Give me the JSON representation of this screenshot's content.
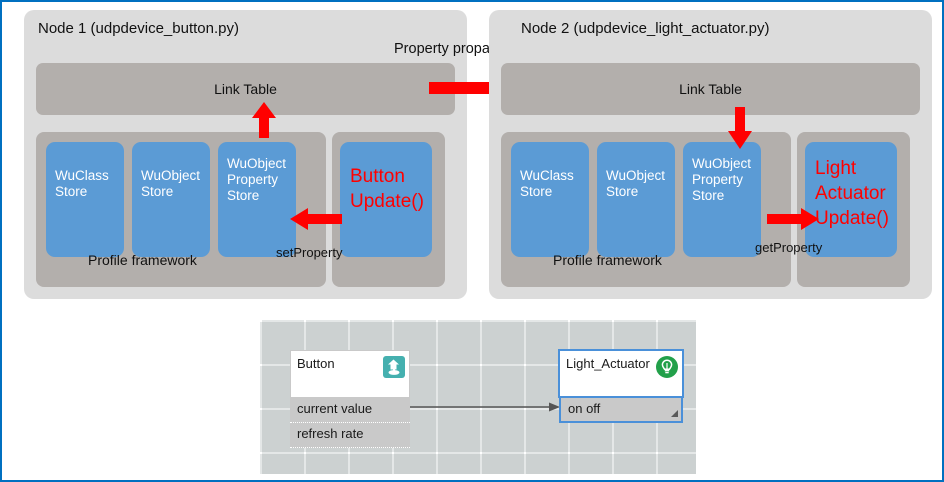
{
  "diagram": {
    "background_color": "#FFFFFF",
    "border_color": "#0070C0",
    "panel_color": "#DCDCDC",
    "inner_box_color": "#B3AFAC",
    "store_color": "#5B9BD5",
    "accent_red": "#FF0000",
    "propagation_label": "Property propagation"
  },
  "nodes": [
    {
      "title": "Node 1 (udpdevice_button.py)",
      "link_table_label": "Link Table",
      "framework_label": "Profile framework",
      "stores": [
        {
          "label": "WuClass\nStore"
        },
        {
          "label": "WuObject\nStore"
        },
        {
          "label": "WuObject\nProperty\nStore"
        }
      ],
      "store_lines": [
        [
          "WuClass",
          "Store"
        ],
        [
          "WuObject",
          "Store"
        ],
        [
          "WuObject",
          "Property",
          "Store"
        ]
      ],
      "update_lines": [
        "Button",
        "Update()"
      ],
      "api_label": "setProperty"
    },
    {
      "title": "Node 2 (udpdevice_light_actuator.py)",
      "link_table_label": "Link Table",
      "framework_label": "Profile framework",
      "store_lines": [
        [
          "WuClass",
          "Store"
        ],
        [
          "WuObject",
          "Store"
        ],
        [
          "WuObject",
          "Property",
          "Store"
        ]
      ],
      "update_lines": [
        "Light",
        "Actuator",
        "Update()"
      ],
      "api_label": "getProperty"
    }
  ],
  "editor": {
    "grid_color": "#E4E7E7",
    "nodes": [
      {
        "name": "Button",
        "icon": "button-press-icon",
        "icon_color": "#45B0AF",
        "selected": false,
        "ports": [
          "current value",
          "refresh rate"
        ]
      },
      {
        "name": "Light_Actuator",
        "icon": "light-bulb-icon",
        "icon_color": "#22A04A",
        "selected": true,
        "ports": [
          "on off"
        ]
      }
    ]
  }
}
